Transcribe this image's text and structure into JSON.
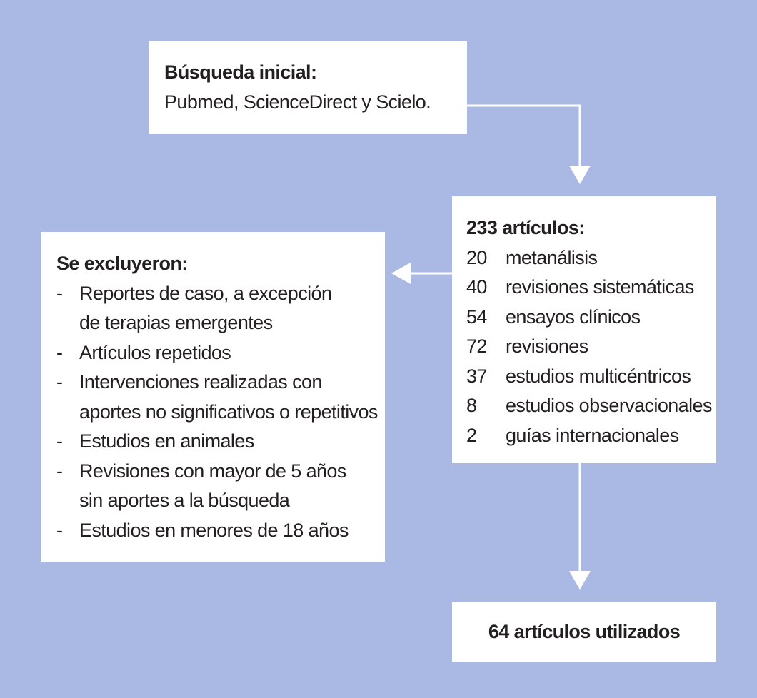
{
  "search": {
    "title": "Búsqueda inicial:",
    "text": "Pubmed, ScienceDirect y Scielo."
  },
  "articles": {
    "title": "233 artículos:",
    "items": [
      {
        "count": "20",
        "label": "metanálisis"
      },
      {
        "count": "40",
        "label": "revisiones sistemáticas"
      },
      {
        "count": "54",
        "label": "ensayos clínicos"
      },
      {
        "count": "72",
        "label": "revisiones"
      },
      {
        "count": "37",
        "label": "estudios multicéntricos"
      },
      {
        "count": "8",
        "label": "estudios observacionales"
      },
      {
        "count": "2",
        "label": "guías internacionales"
      }
    ]
  },
  "excluded": {
    "title": "Se excluyeron:",
    "bullet": "-",
    "items": [
      {
        "line1": "Reportes de caso, a excepción",
        "line2": "de terapias emergentes"
      },
      {
        "line1": "Artículos repetidos"
      },
      {
        "line1": "Intervenciones realizadas con",
        "line2": "aportes no significativos o repetitivos"
      },
      {
        "line1": "Estudios en animales"
      },
      {
        "line1": "Revisiones con mayor de 5 años",
        "line2": "sin aportes a la búsqueda"
      },
      {
        "line1": "Estudios en menores de 18 años"
      }
    ]
  },
  "result": {
    "text": "64 artículos utilizados"
  },
  "colors": {
    "background": "#aab9e4",
    "box": "#ffffff",
    "text": "#231f20"
  }
}
